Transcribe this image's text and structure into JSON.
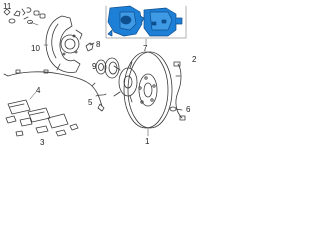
{
  "colors": {
    "line": "#3a3a3a",
    "text": "#222222",
    "highlight": "#1e7fd6",
    "highlight_dark": "#0e4f8f",
    "background": "#ffffff"
  },
  "callouts": {
    "c1": "1",
    "c2": "2",
    "c3": "3",
    "c4": "4",
    "c5": "5",
    "c6": "6",
    "c7": "7",
    "c8": "8",
    "c9": "9",
    "c10": "10",
    "c11": "11"
  },
  "highlighted_part": "caliper-assembly"
}
